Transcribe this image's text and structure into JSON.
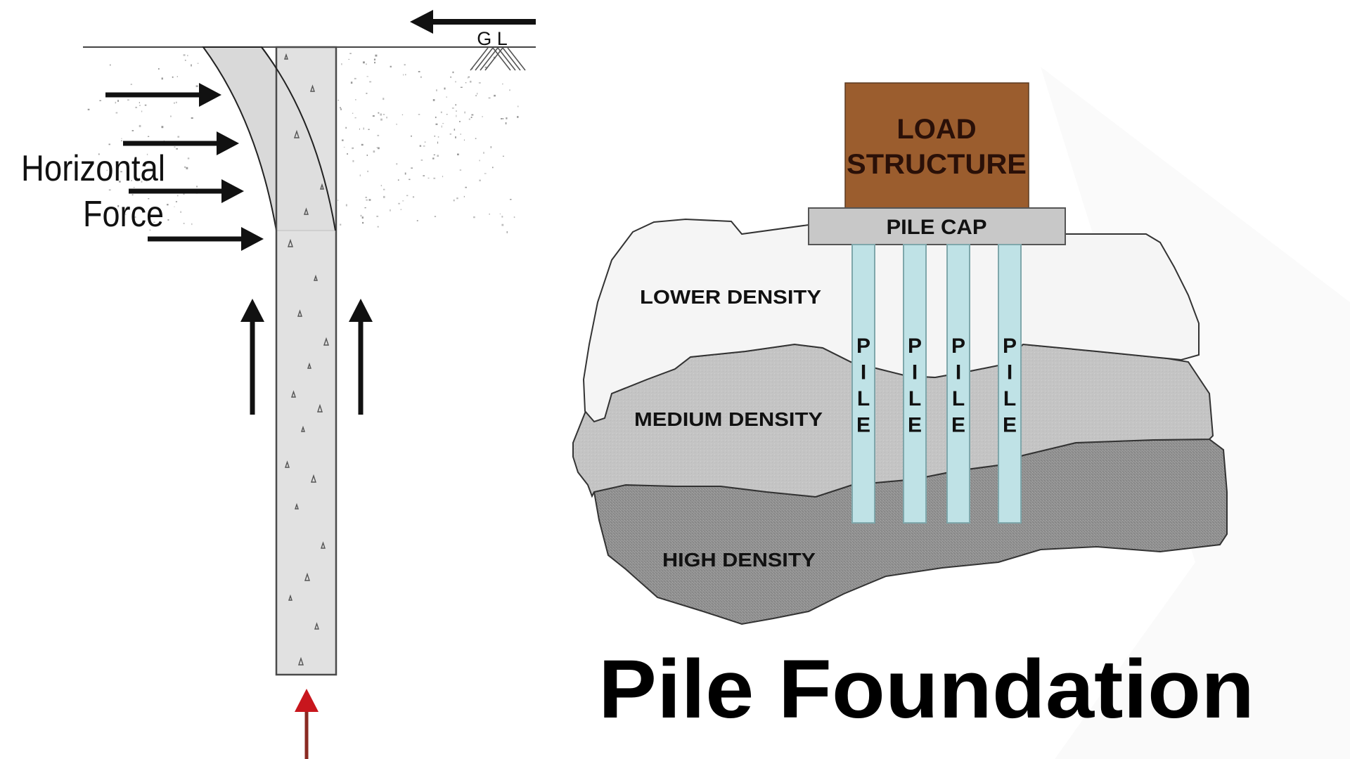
{
  "left_diagram": {
    "ground_level_label": "G L",
    "force_label_line1": "Horizontal",
    "force_label_line2": "Force",
    "arrows": {
      "lateral_count": 4,
      "upward_count": 2,
      "top_direction": "left",
      "bottom_direction": "up"
    },
    "colors": {
      "pile_fill": "#dcdcdc",
      "deflected_fill": "#d6d6d6",
      "outline": "#3a3a3a",
      "arrow": "#111111",
      "reaction_arrow": "#c8161d"
    }
  },
  "right_diagram": {
    "load_structure_line1": "LOAD",
    "load_structure_line2": "STRUCTURE",
    "pile_cap_label": "PILE CAP",
    "pile_label_letters": [
      "P",
      "I",
      "L",
      "E"
    ],
    "pile_count": 4,
    "layers": [
      {
        "name": "lower",
        "label": "LOWER DENSITY",
        "color": "#f4f4f4"
      },
      {
        "name": "medium",
        "label": "MEDIUM DENSITY",
        "color": "#c4c4c4"
      },
      {
        "name": "high",
        "label": "HIGH DENSITY",
        "color": "#8f8f8f"
      }
    ],
    "colors": {
      "load_structure": "#9b5d2e",
      "load_text": "#2a1008",
      "pile_cap": "#c8c8c8",
      "pile": "#bfe2e6",
      "pile_edge": "#7fa7ab"
    }
  },
  "title": "Pile Foundation"
}
